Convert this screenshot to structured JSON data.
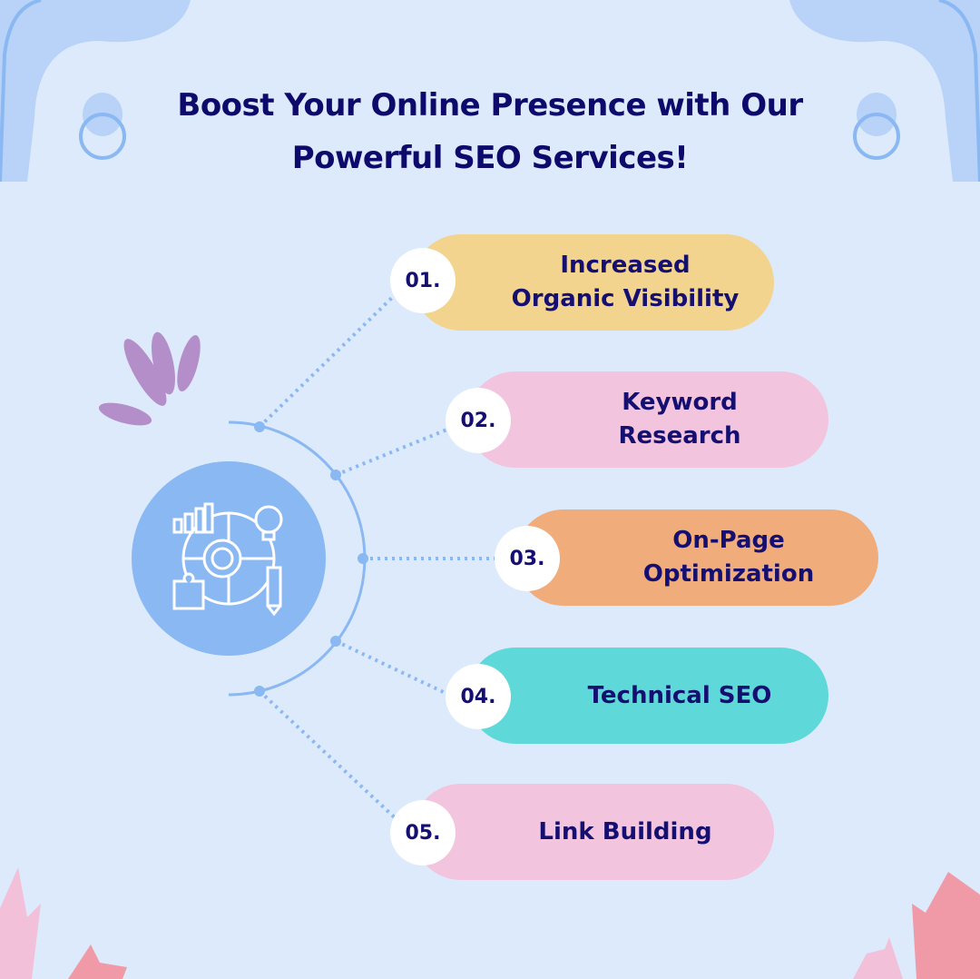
{
  "title": {
    "line1": "Boost Your Online Presence with Our",
    "line2": "Powerful SEO Services!"
  },
  "items": [
    {
      "number": "01.",
      "label": "Increased Organic Visibility",
      "color": "#f2d48f"
    },
    {
      "number": "02.",
      "label": "Keyword Research",
      "color": "#f2c4dd"
    },
    {
      "number": "03.",
      "label": "On-Page Optimization",
      "color": "#f0ac7a"
    },
    {
      "number": "04.",
      "label": "Technical SEO",
      "color": "#5ed8d8"
    },
    {
      "number": "05.",
      "label": "Link Building",
      "color": "#f2c4dd"
    }
  ],
  "center_icon": "seo-strategy-icon"
}
